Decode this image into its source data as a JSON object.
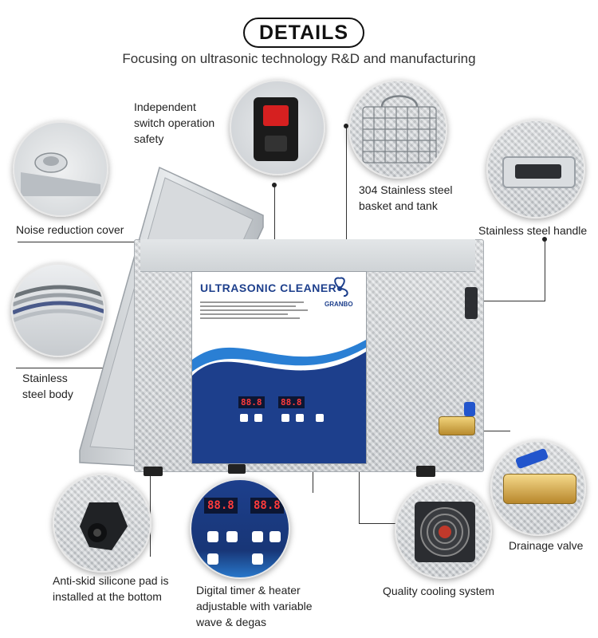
{
  "header": {
    "title": "DETAILS",
    "subtitle": "Focusing on ultrasonic technology R&D and manufacturing"
  },
  "product": {
    "brand_name": "ULTRASONIC CLEANER",
    "logo_text": "GRANBO",
    "display_left": "88.8",
    "display_right": "88.8",
    "panel_accent": "#1d3f8c",
    "wave_color": "#2a7fd4"
  },
  "features": [
    {
      "id": "switch",
      "label": "Independent\nswitch operation\nsafety"
    },
    {
      "id": "basket",
      "label": "304 Stainless steel\nbasket and tank"
    },
    {
      "id": "handle",
      "label": "Stainless steel handle"
    },
    {
      "id": "cover",
      "label": "Noise reduction cover"
    },
    {
      "id": "body",
      "label": "Stainless\nsteel body"
    },
    {
      "id": "valve",
      "label": "Drainage valve"
    },
    {
      "id": "pad",
      "label": "Anti-skid silicone pad is\ninstalled at the bottom"
    },
    {
      "id": "timer",
      "label": "Digital timer & heater\nadjustable with variable\nwave & degas"
    },
    {
      "id": "cooling",
      "label": "Quality cooling system"
    }
  ],
  "icons": {
    "switch": "rocker-switch-icon",
    "basket": "wire-basket-icon",
    "handle": "handle-icon",
    "cover": "cover-knob-icon",
    "body": "steel-layers-icon",
    "valve": "brass-valve-icon",
    "pad": "rubber-foot-icon",
    "timer": "control-panel-icon",
    "cooling": "fan-icon"
  }
}
